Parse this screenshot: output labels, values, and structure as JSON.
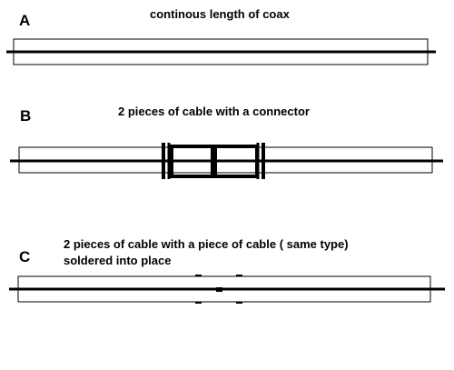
{
  "sections": [
    {
      "letter": "A",
      "caption_lines": [
        "continous length of coax"
      ]
    },
    {
      "letter": "B",
      "caption_lines": [
        "2 pieces of cable with a connector"
      ]
    },
    {
      "letter": "C",
      "caption_lines": [
        "2 pieces of cable with a piece of cable ( same type)",
        "soldered into place"
      ]
    }
  ],
  "colors": {
    "line": "#000000",
    "background": "#ffffff"
  }
}
